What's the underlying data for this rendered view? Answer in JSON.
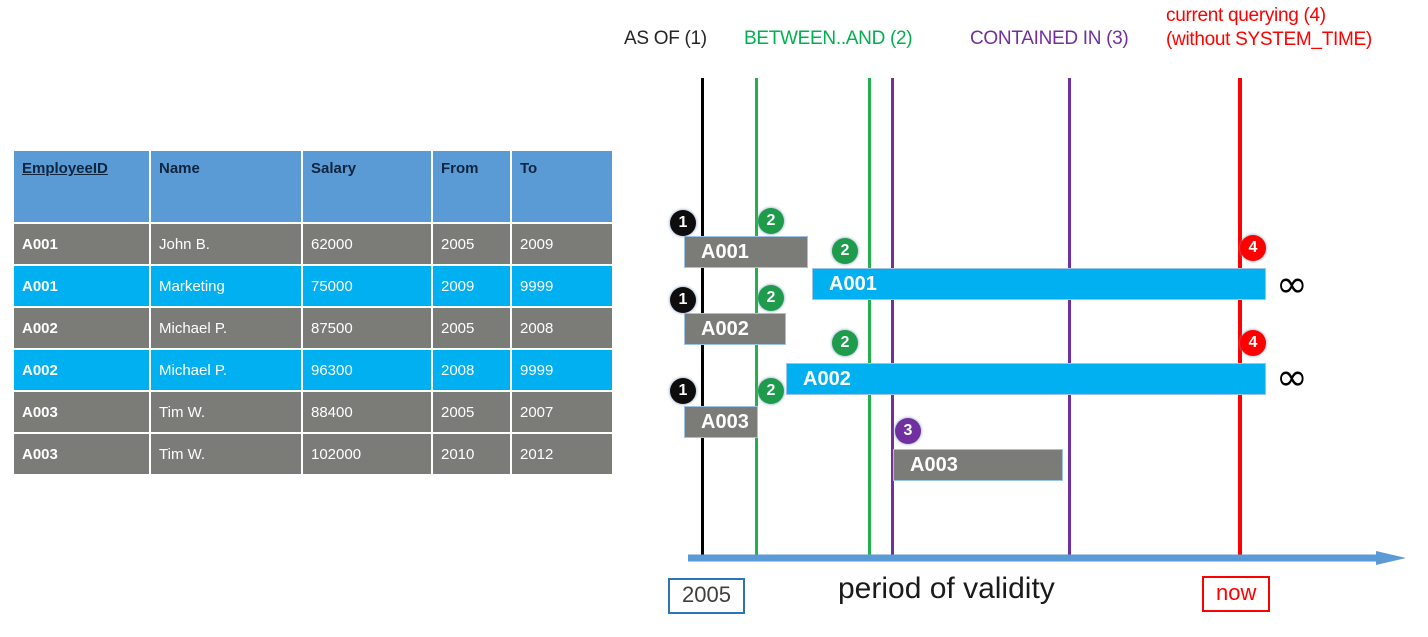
{
  "table": {
    "name": "employee-temporal-table",
    "columns": [
      "EmployeeID",
      "Name",
      "Salary",
      "From",
      "To"
    ],
    "rows": [
      {
        "id": "A001",
        "name": "John  B.",
        "salary": "62000",
        "from": "2005",
        "to": "2009",
        "style": "gray"
      },
      {
        "id": "A001",
        "name": "Marketing",
        "salary": "75000",
        "from": "2009",
        "to": "9999",
        "style": "cyan"
      },
      {
        "id": "A002",
        "name": "Michael P.",
        "salary": "87500",
        "from": "2005",
        "to": "2008",
        "style": "gray"
      },
      {
        "id": "A002",
        "name": "Michael P.",
        "salary": "96300",
        "from": "2008",
        "to": "9999",
        "style": "cyan"
      },
      {
        "id": "A003",
        "name": "Tim W.",
        "salary": "88400",
        "from": "2005",
        "to": "2007",
        "style": "gray"
      },
      {
        "id": "A003",
        "name": "Tim W.",
        "salary": "102000",
        "from": "2010",
        "to": "2012",
        "style": "gray"
      }
    ]
  },
  "diagram": {
    "legend": [
      {
        "text": "AS OF (1)",
        "color": "#262626"
      },
      {
        "text": "BETWEEN..AND (2)",
        "color": "#00B050"
      },
      {
        "text": "CONTAINED IN (3)",
        "color": "#7030A0"
      }
    ],
    "current_query": {
      "line1": "current querying (4)",
      "line2": "(without SYSTEM_TIME)",
      "color": "#FF0000"
    },
    "bars": [
      {
        "label": "A001",
        "style": "gray"
      },
      {
        "label": "A001",
        "style": "cyan"
      },
      {
        "label": "A002",
        "style": "gray"
      },
      {
        "label": "A002",
        "style": "cyan"
      },
      {
        "label": "A003",
        "style": "gray"
      },
      {
        "label": "A003",
        "style": "gray"
      }
    ],
    "badges": [
      {
        "n": "1",
        "color": "black"
      },
      {
        "n": "2",
        "color": "green"
      },
      {
        "n": "2",
        "color": "green"
      },
      {
        "n": "4",
        "color": "red"
      },
      {
        "n": "1",
        "color": "black"
      },
      {
        "n": "2",
        "color": "green"
      },
      {
        "n": "2",
        "color": "green"
      },
      {
        "n": "4",
        "color": "red"
      },
      {
        "n": "1",
        "color": "black"
      },
      {
        "n": "2",
        "color": "green"
      },
      {
        "n": "3",
        "color": "purple"
      }
    ],
    "infinity_symbol": "∞",
    "axis": {
      "caption": "period of validity",
      "start_label": "2005",
      "end_label": "now"
    }
  }
}
